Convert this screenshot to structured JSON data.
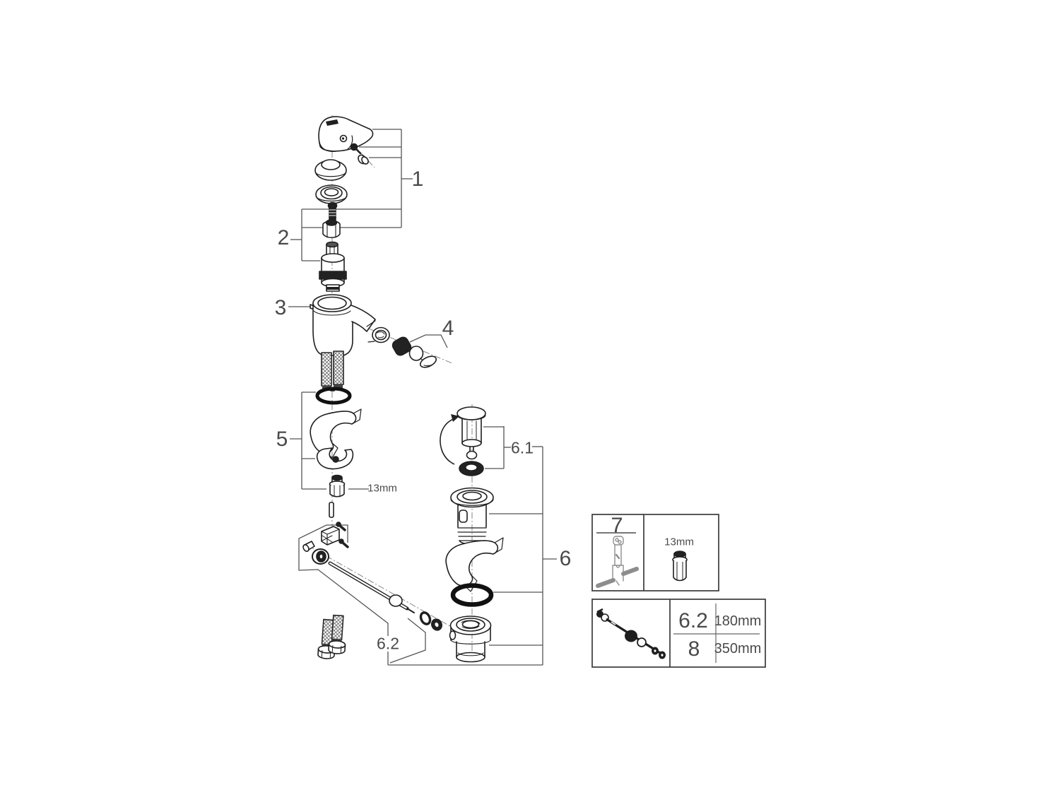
{
  "diagram": {
    "callout_labels": {
      "n1": "1",
      "n2": "2",
      "n3": "3",
      "n4": "4",
      "n5": "5",
      "n6": "6",
      "n6_1": "6.1",
      "n6_2": "6.2"
    },
    "dimension_labels": {
      "mounting_nut": "13mm"
    },
    "tool_box": {
      "tool_number": "7",
      "socket_size": "13mm"
    },
    "length_table": {
      "rows": [
        {
          "part": "6.2",
          "length": "180mm"
        },
        {
          "part": "8",
          "length": "350mm"
        }
      ]
    }
  }
}
